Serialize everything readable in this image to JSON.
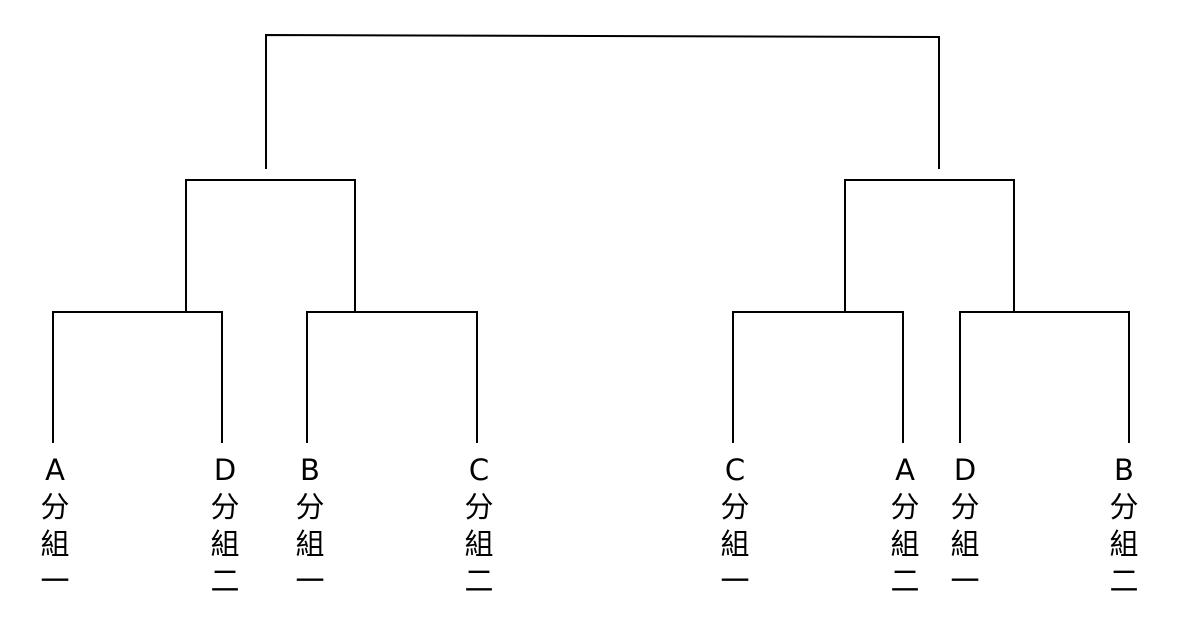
{
  "teams": [
    {
      "group": "A",
      "fen": "分",
      "zu": "組",
      "rank": "一"
    },
    {
      "group": "D",
      "fen": "分",
      "zu": "組",
      "rank": "二"
    },
    {
      "group": "B",
      "fen": "分",
      "zu": "組",
      "rank": "一"
    },
    {
      "group": "C",
      "fen": "分",
      "zu": "組",
      "rank": "二"
    },
    {
      "group": "C",
      "fen": "分",
      "zu": "組",
      "rank": "一"
    },
    {
      "group": "A",
      "fen": "分",
      "zu": "組",
      "rank": "二"
    },
    {
      "group": "D",
      "fen": "分",
      "zu": "組",
      "rank": "一"
    },
    {
      "group": "B",
      "fen": "分",
      "zu": "組",
      "rank": "二"
    }
  ],
  "line_color": "#000000"
}
